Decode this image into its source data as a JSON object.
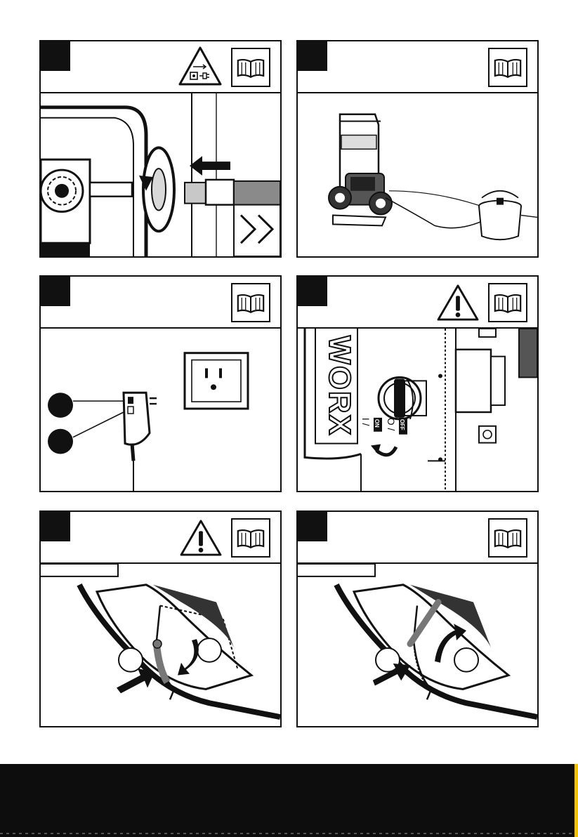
{
  "panels": [
    {
      "id": "connect-inlet",
      "icons": [
        "unplug-warning-icon",
        "manual-book-icon"
      ]
    },
    {
      "id": "water-supply-bucket",
      "icons": [
        "manual-book-icon"
      ]
    },
    {
      "id": "gfci-plug-outlet",
      "icons": [
        "manual-book-icon"
      ]
    },
    {
      "id": "power-switch",
      "icons": [
        "warning-triangle-icon",
        "manual-book-icon"
      ],
      "switch_labels": {
        "on_symbol": "I /",
        "on_text": "ON",
        "off_symbol": "O /",
        "off_text": "OFF"
      }
    },
    {
      "id": "trigger-lock-engage",
      "icons": [
        "warning-triangle-icon",
        "manual-book-icon"
      ]
    },
    {
      "id": "trigger-lock-release",
      "icons": [
        "manual-book-icon"
      ]
    }
  ],
  "brand_fragment": "WORX",
  "colors": {
    "ink": "#111111",
    "footer": "#0d0d0d",
    "accent": "#f2c200",
    "shade": "#888888"
  }
}
